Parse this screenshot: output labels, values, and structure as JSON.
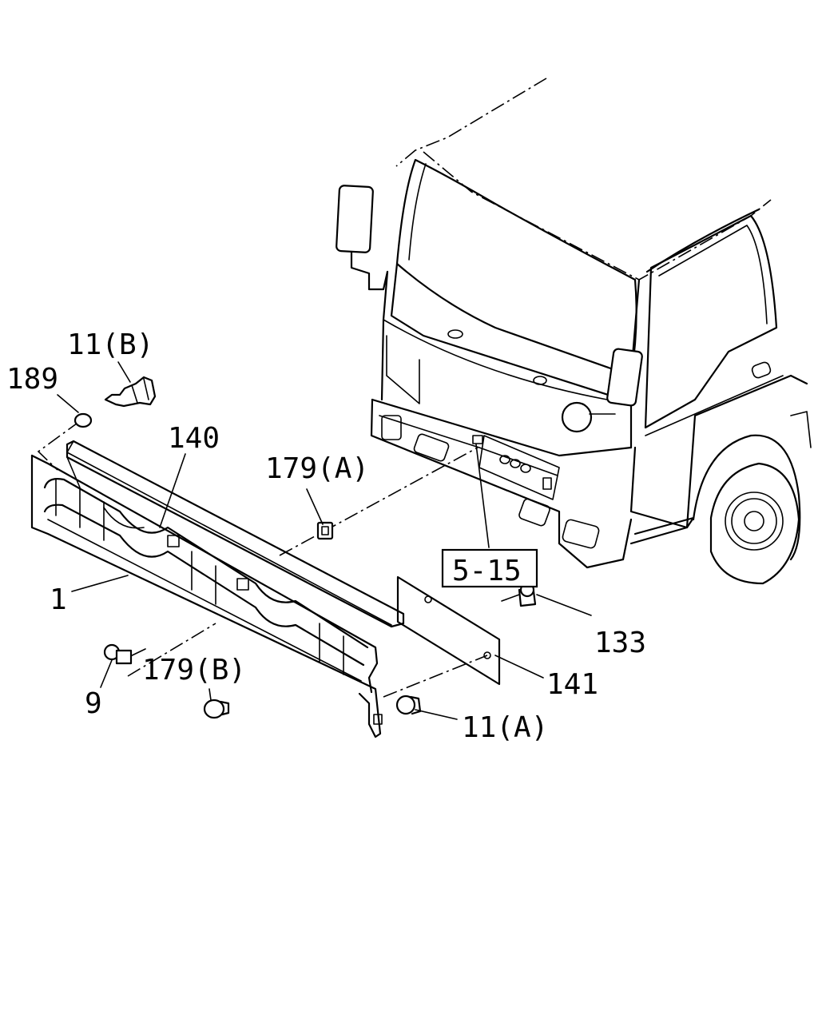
{
  "labels": {
    "clip_11b": "11(B)",
    "plug_189": "189",
    "grille_140": "140",
    "nut_179a": "179(A)",
    "grille_1": "1",
    "ref_5_15": "5-15",
    "screw_133": "133",
    "plate_141": "141",
    "screw_9": "9",
    "clip_179b": "179(B)",
    "clip_11a": "11(A)"
  }
}
